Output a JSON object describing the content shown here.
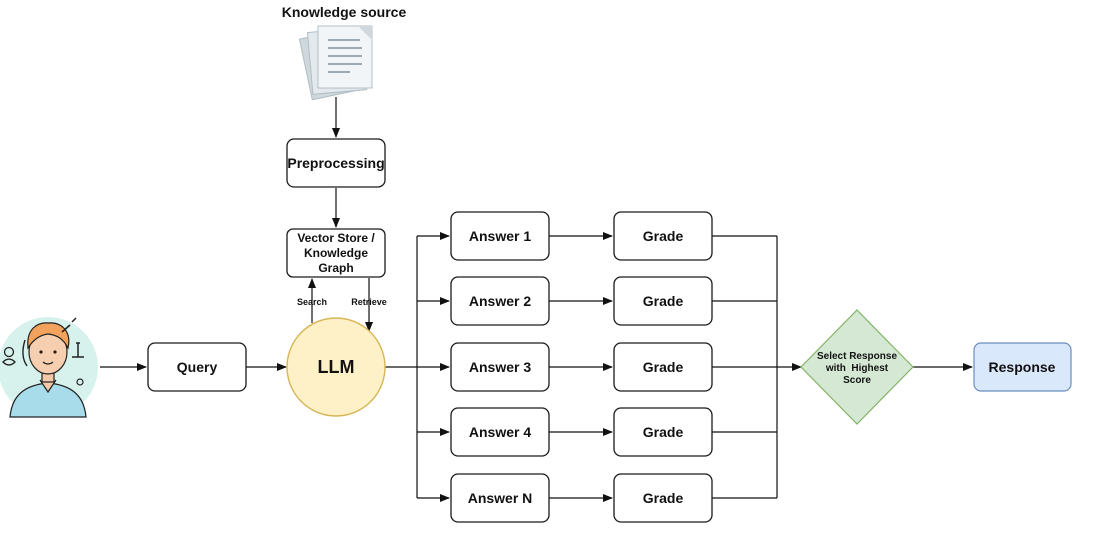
{
  "diagram": {
    "source_title": "Knowledge source",
    "preprocessing": "Preprocessing",
    "vector_store": [
      "Vector Store /",
      "Knowledge",
      "Graph"
    ],
    "search": "Search",
    "retrieve": "Retrieve",
    "query": "Query",
    "llm": "LLM",
    "answers": [
      "Answer 1",
      "Answer 2",
      "Answer 3",
      "Answer 4",
      "Answer N"
    ],
    "grade": "Grade",
    "select": [
      "Select Response",
      "with  Highest",
      "Score"
    ],
    "response": "Response"
  },
  "colors": {
    "llm_fill": "#fff1c7",
    "llm_stroke": "#d6b656",
    "decision_fill": "#d5e8d4",
    "decision_stroke": "#82b366",
    "response_fill": "#dae8fc",
    "response_stroke": "#6c8ebf",
    "search_text": "#c0392b",
    "retrieve_text": "#2e8b2e",
    "avatar_bg": "#d7f2ec"
  }
}
